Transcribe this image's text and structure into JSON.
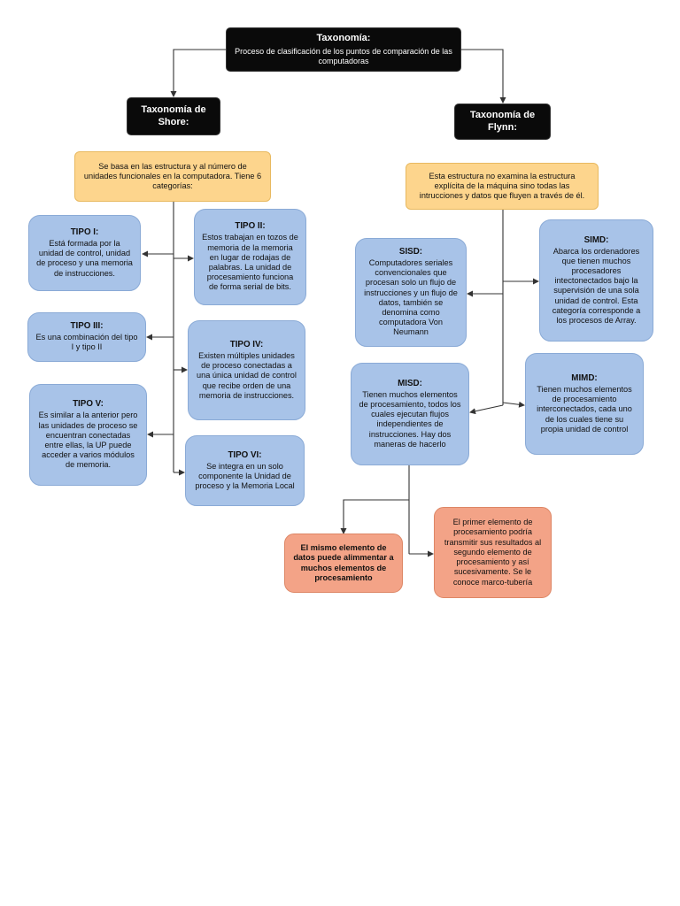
{
  "root": {
    "title": "Taxonomía:",
    "subtitle": "Proceso de clasificación de los puntos de comparación de las computadoras"
  },
  "shore": {
    "title": "Taxonomía de Shore:",
    "description": "Se basa en las estructura y al número de unidades funcionales en la computadora. Tiene 6 categorías:",
    "types": [
      {
        "title": "TIPO I:",
        "text": "Está formada por la unidad de control, unidad de proceso y una memoria de instrucciones."
      },
      {
        "title": "TIPO II:",
        "text": "Estos trabajan en tozos de memoria de la memoria en lugar de rodajas de palabras. La unidad de procesamiento funciona de forma serial de bits."
      },
      {
        "title": "TIPO III:",
        "text": "Es una combinación del tipo I y tipo II"
      },
      {
        "title": "TIPO IV:",
        "text": "Existen múltiples unidades de proceso conectadas a una única unidad de control que recibe orden de una memoria de instrucciones."
      },
      {
        "title": "TIPO V:",
        "text": "Es similar a la anterior pero las unidades de proceso se encuentran conectadas entre ellas, la UP puede acceder a varios módulos de memoria."
      },
      {
        "title": "TIPO VI:",
        "text": "Se integra en un solo componente la Unidad de proceso y la Memoria Local"
      }
    ]
  },
  "flynn": {
    "title": "Taxonomía de Flynn:",
    "description": "Esta estructura no examina la estructura explícita de la máquina sino todas las intrucciones y datos que fluyen a través de él.",
    "sisd": {
      "title": "SISD:",
      "text": "Computadores seriales convencionales que procesan solo un flujo de instrucciones y un flujo de datos, también se denomina como computadora Von Neumann"
    },
    "simd": {
      "title": "SIMD:",
      "text": "Abarca los ordenadores que tienen muchos procesadores intectonectados bajo la supervisión de una sola unidad de control. Esta categoría corresponde a los procesos de Array."
    },
    "misd": {
      "title": "MISD:",
      "text": "Tienen muchos elementos de procesamiento, todos los cuales ejecutan flujos independientes de instrucciones. Hay dos maneras de hacerlo"
    },
    "mimd": {
      "title": "MIMD:",
      "text": "Tienen muchos elementos de procesamiento interconectados, cada uno de los cuales tiene su propia unidad de control"
    },
    "misd_ways": [
      {
        "text": "El mismo elemento de datos puede alimmentar a muchos elementos de procesamiento"
      },
      {
        "text": "El primer elemento de procesamiento podría transmitir sus resultados al segundo elemento de procesamiento y así sucesivamente. Se le conoce marco-tubería"
      }
    ]
  },
  "colors": {
    "header": "#0a0a0a",
    "description": "#fdd58d",
    "category": "#a8c3e8",
    "subcategory": "#f3a387",
    "connector": "#333333"
  }
}
